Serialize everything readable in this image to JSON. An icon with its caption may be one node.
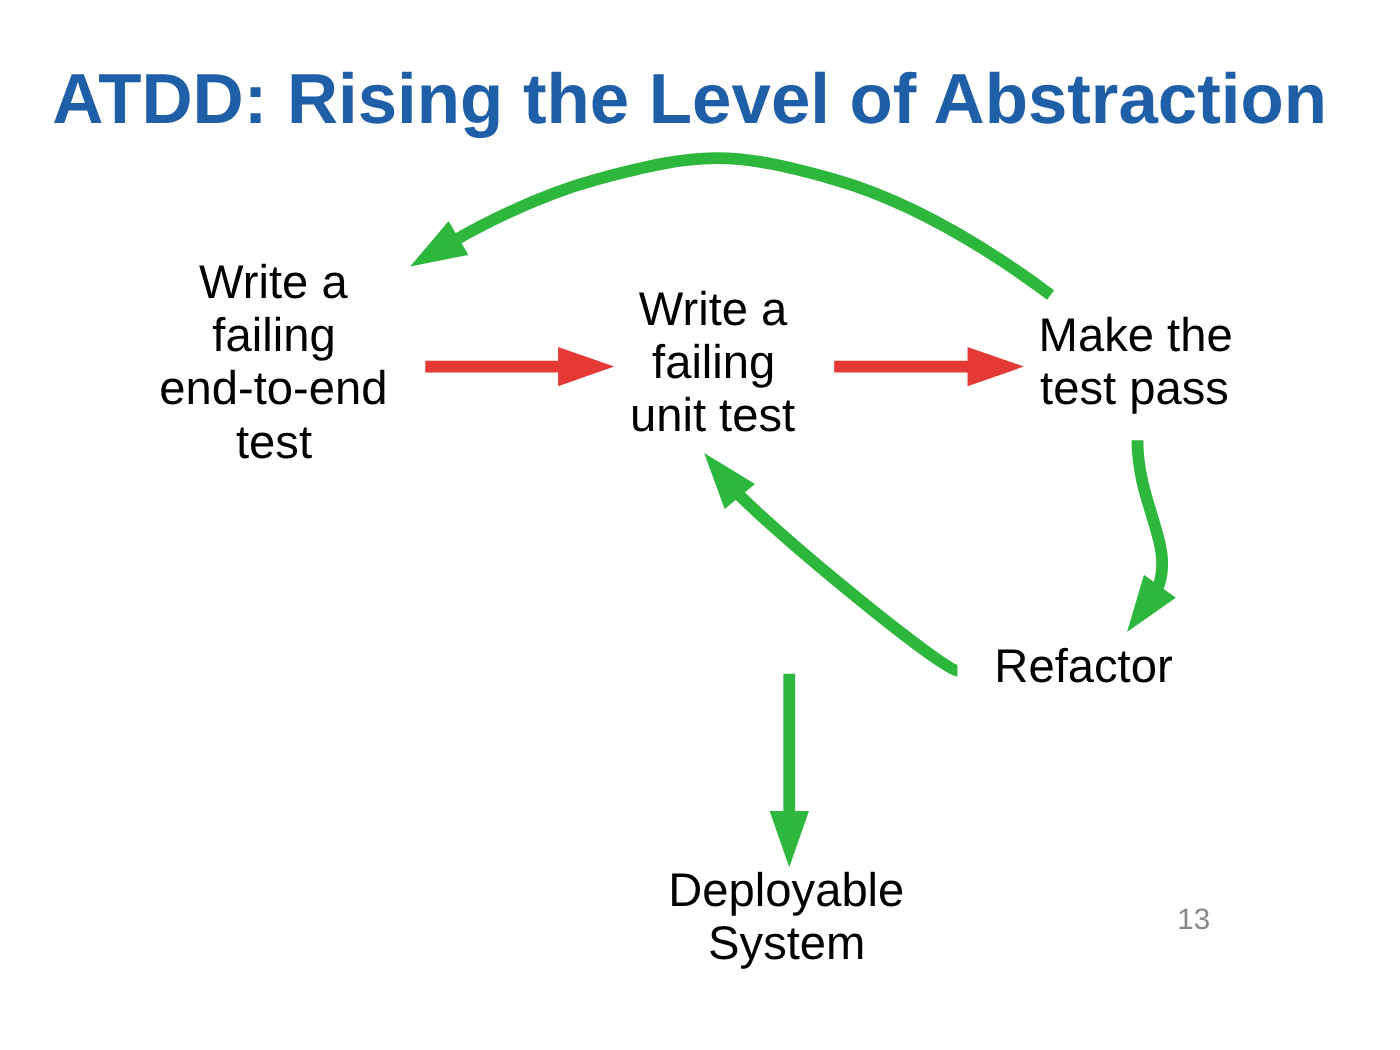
{
  "diagram": {
    "title": "ATDD: Rising the Level of Abstraction",
    "nodes": [
      {
        "text": [
          "Write a failing end-to-end test"
        ]
      },
      {
        "text": [
          "Write a failing unit test"
        ]
      },
      {
        "text": [
          "Make the test pass"
        ]
      },
      {
        "text": [
          "Refactor"
        ]
      },
      {
        "text": [
          "Deployable System"
        ]
      }
    ],
    "edges": [
      {
        "from": 0,
        "to": 1,
        "arrow": "to",
        "color": "#e53935"
      },
      {
        "from": 1,
        "to": 2,
        "arrow": "to",
        "color": "#e53935"
      },
      {
        "from": 2,
        "to": 3,
        "arrow": "to"
      },
      {
        "from": 3,
        "to": 1,
        "arrow": "to"
      },
      {
        "from": 2,
        "to": 0,
        "arrow": "to"
      },
      {
        "from": null,
        "to": 4,
        "arrow": "to"
      }
    ],
    "labels": [
      "13"
    ]
  }
}
